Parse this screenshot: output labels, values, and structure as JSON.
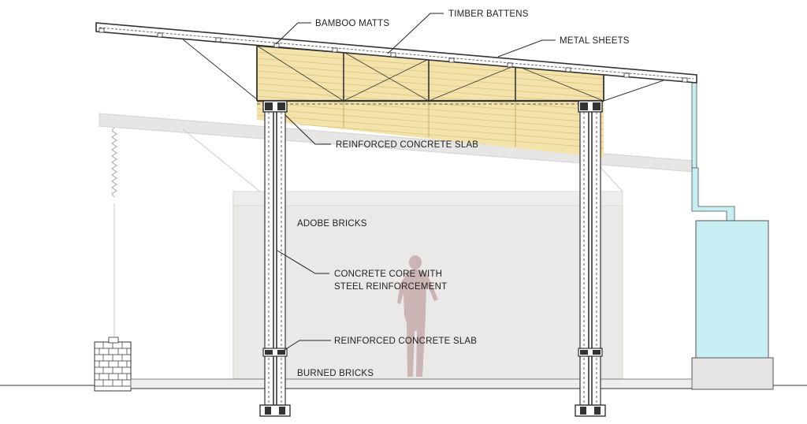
{
  "labels": {
    "bamboo_matts": "BAMBOO MATTS",
    "timber_battens": "TIMBER BATTENS",
    "metal_sheets": "METAL SHEETS",
    "reinforced_concrete_slab_top": "REINFORCED CONCRETE SLAB",
    "adobe_bricks": "ADOBE BRICKS",
    "concrete_core_line1": "CONCRETE CORE WITH",
    "concrete_core_line2": "STEEL REINFORCEMENT",
    "reinforced_concrete_slab_bottom": "REINFORCED CONCRETE SLAB",
    "burned_bricks": "BURNED BRICKS"
  },
  "colors": {
    "bamboo": "#f2e0a8",
    "bamboo_line": "#d9c27a",
    "wall": "#e8e6e4",
    "wall_edge": "#cfcccb",
    "person": "#cbb4b4",
    "water_tank": "#c7eef2",
    "tank_base": "#e6e4e2",
    "roof_line": "#333333",
    "column": "#555555"
  }
}
